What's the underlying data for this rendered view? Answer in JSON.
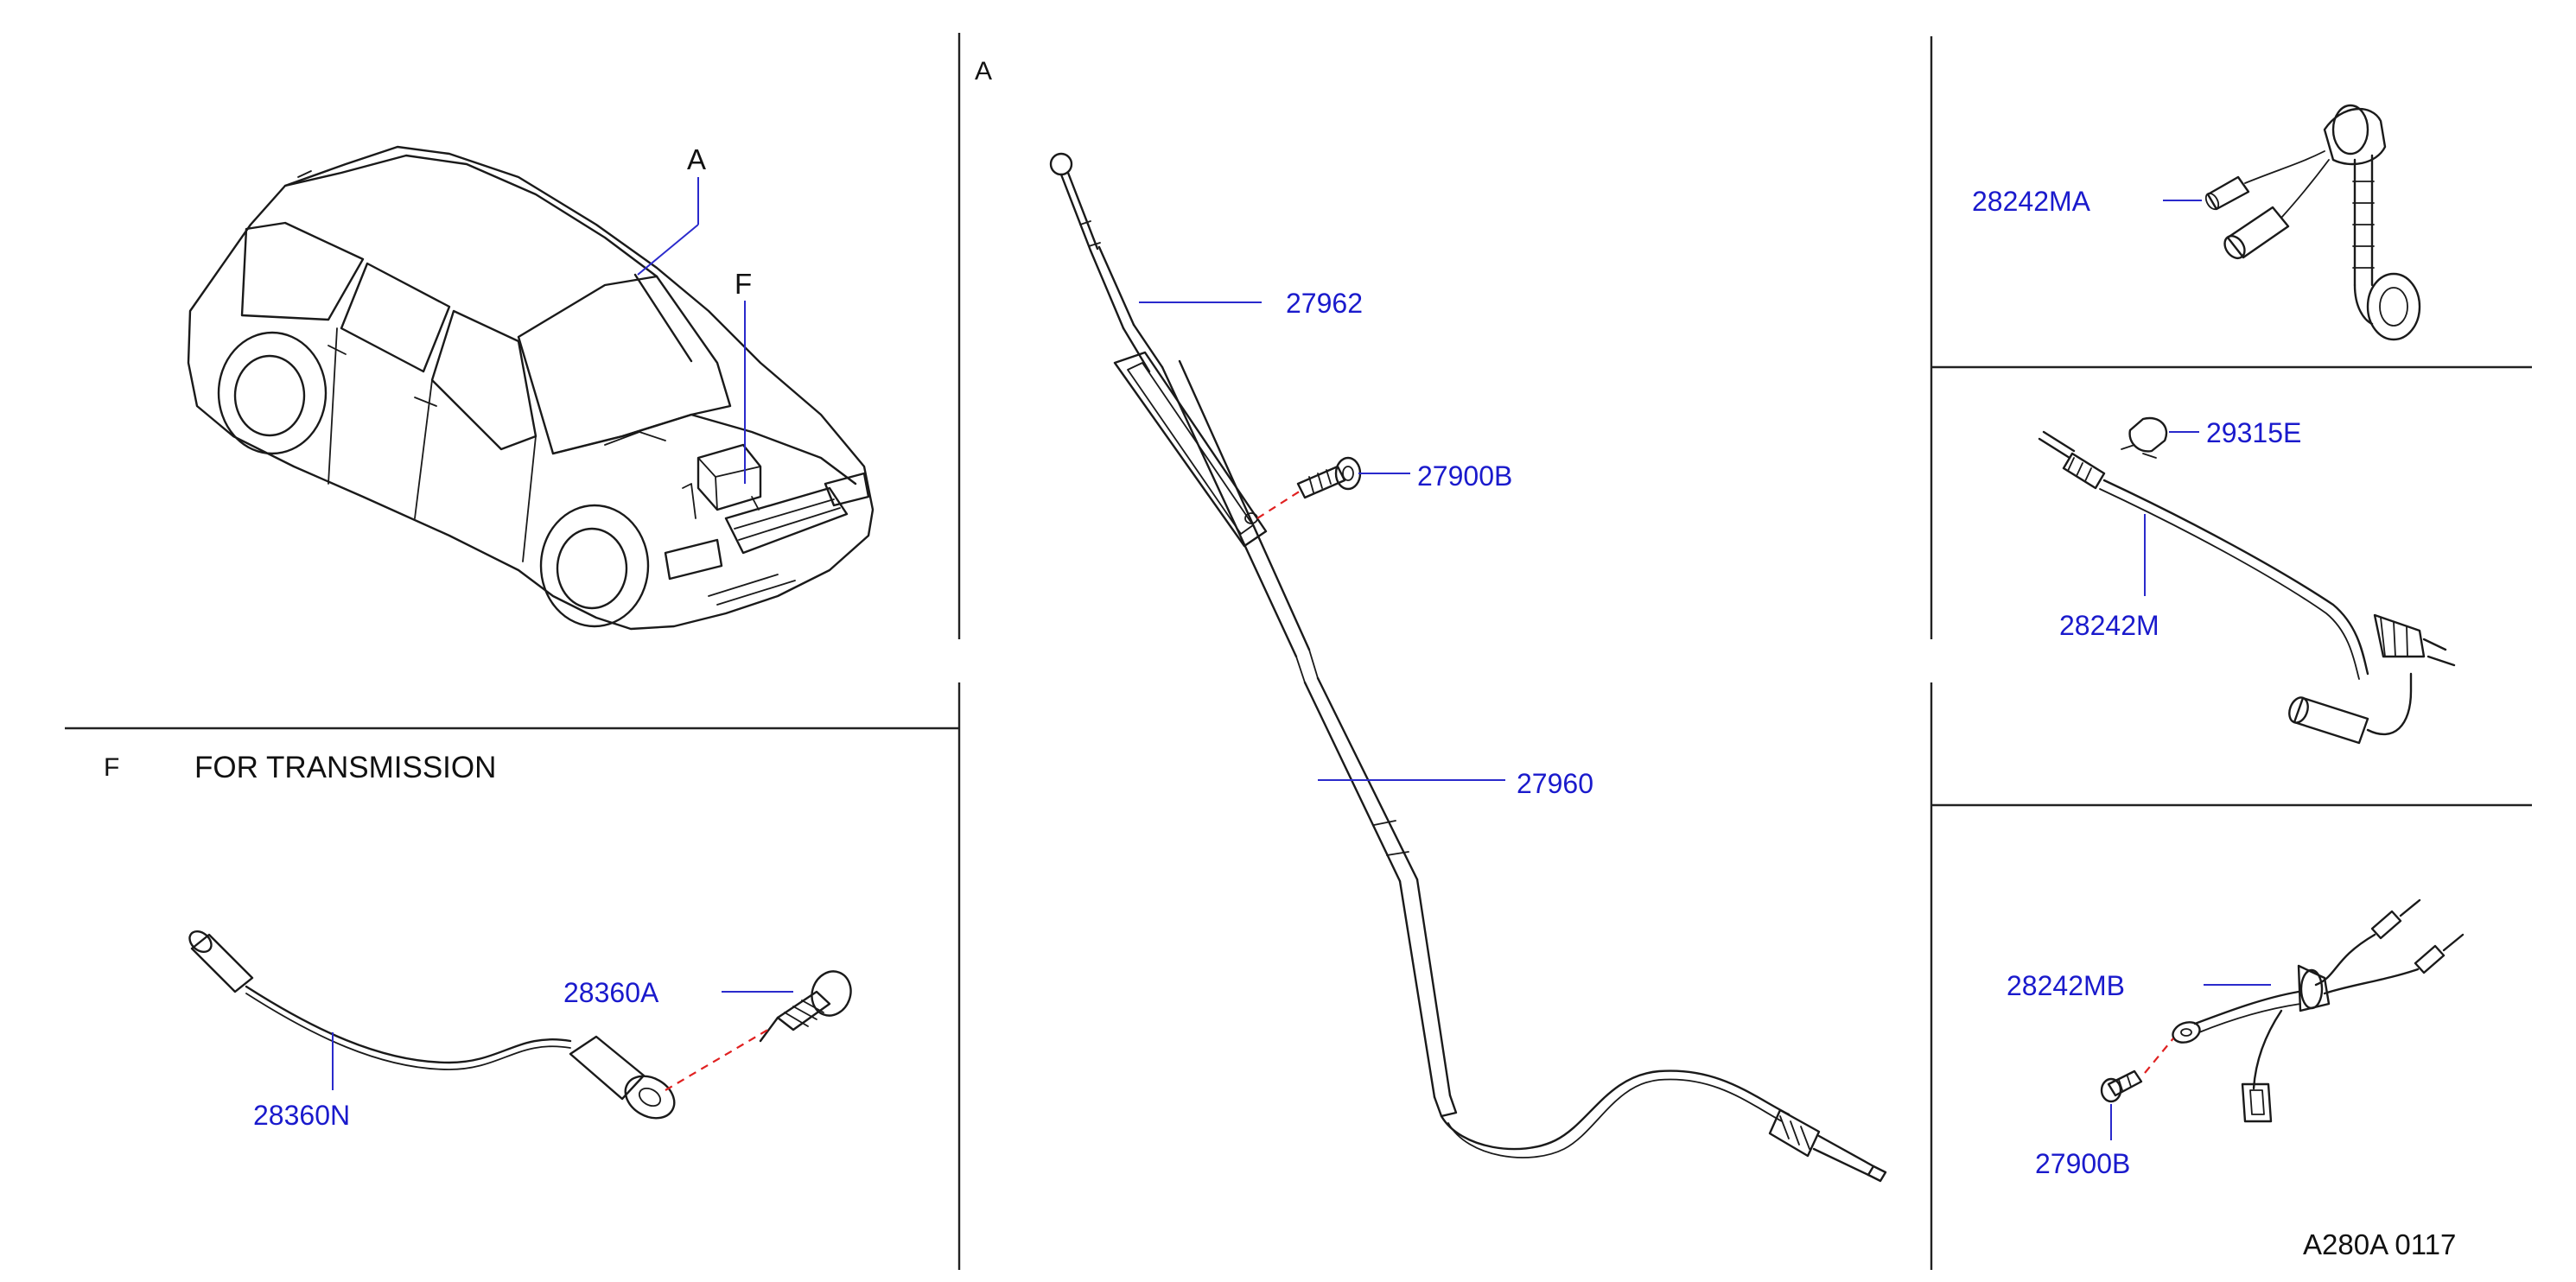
{
  "diagram_id": "A280A  0117",
  "views": {
    "vehicle": {
      "callouts": [
        "A",
        "F"
      ]
    },
    "transmission": {
      "view_letter": "F",
      "title": "FOR  TRANSMISSION",
      "parts": [
        "28360A",
        "28360N"
      ]
    },
    "antenna": {
      "view_letter": "A",
      "parts": [
        "27962",
        "27900B",
        "27960"
      ]
    },
    "harness_ma": {
      "parts": [
        "28242MA"
      ]
    },
    "harness_m": {
      "parts": [
        "29315E",
        "28242M"
      ]
    },
    "harness_mb": {
      "parts": [
        "28242MB",
        "27900B"
      ]
    }
  },
  "colors": {
    "part_label": "#1a1acc",
    "leader_line": "#2a2acc",
    "fastener_path": "#e02020",
    "line_art": "#1a1a1a"
  }
}
